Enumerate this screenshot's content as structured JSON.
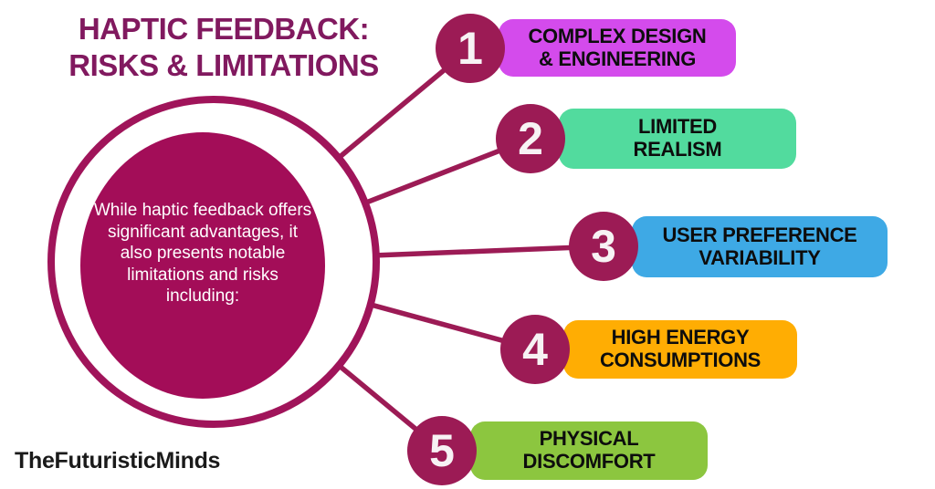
{
  "page": {
    "background": "#FFFFFF"
  },
  "title": {
    "lines": [
      "HAPTIC FEEDBACK:",
      "RISKS & LIMITATIONS"
    ],
    "color": "#81195F"
  },
  "center": {
    "text": "While haptic feedback offers significant advantages, it also presents notable limitations and risks including:",
    "fill_color": "#A30D58",
    "ring_color": "#A0145A",
    "text_color": "#FFFFFF"
  },
  "connector_color": "#9C1B55",
  "items": [
    {
      "number": "1",
      "label_line1": "COMPLEX DESIGN",
      "label_line2": "& ENGINEERING",
      "pill_color": "#D44BEC",
      "badge_color": "#9C1B55"
    },
    {
      "number": "2",
      "label_line1": "LIMITED",
      "label_line2": "REALISM",
      "pill_color": "#52DB9E",
      "badge_color": "#9C1B55"
    },
    {
      "number": "3",
      "label_line1": "USER PREFERENCE",
      "label_line2": "VARIABILITY",
      "pill_color": "#3EA9E5",
      "badge_color": "#9C1B55"
    },
    {
      "number": "4",
      "label_line1": "HIGH ENERGY",
      "label_line2": "CONSUMPTIONS",
      "pill_color": "#FFAD03",
      "badge_color": "#9C1B55"
    },
    {
      "number": "5",
      "label_line1": "PHYSICAL",
      "label_line2": "DISCOMFORT",
      "pill_color": "#8CC63F",
      "badge_color": "#9C1B55"
    }
  ],
  "footer": {
    "brand": "TheFuturisticMinds",
    "color": "#1A1A1A"
  }
}
